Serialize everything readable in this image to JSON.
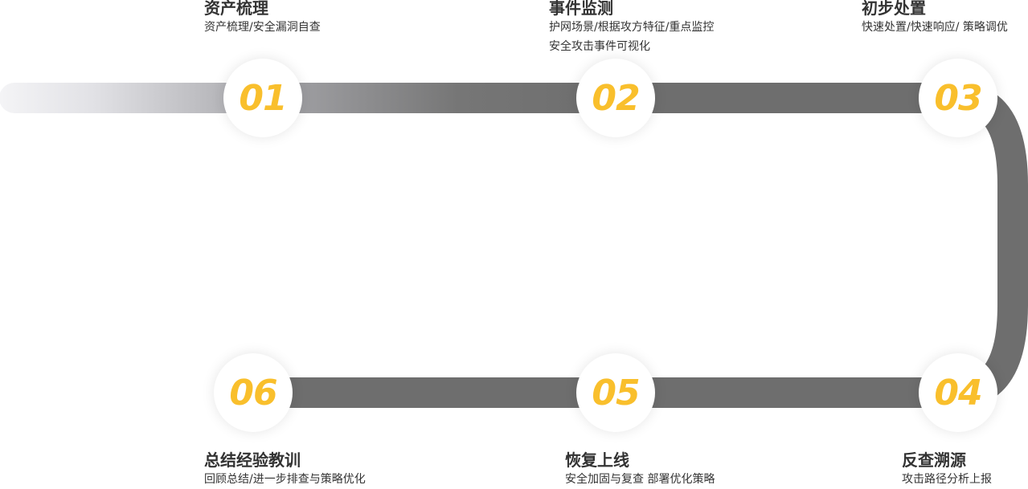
{
  "steps": [
    {
      "num": "01",
      "title": "资产梳理",
      "desc": [
        "资产梳理/安全漏洞自查"
      ]
    },
    {
      "num": "02",
      "title": "事件监测",
      "desc": [
        "护网场景/根据攻方特征/重点监控",
        "安全攻击事件可视化"
      ]
    },
    {
      "num": "03",
      "title": "初步处置",
      "desc": [
        "快速处置/快速响应/ 策略调优"
      ]
    },
    {
      "num": "04",
      "title": "反查溯源",
      "desc": [
        "攻击路径分析上报"
      ]
    },
    {
      "num": "05",
      "title": "恢复上线",
      "desc": [
        "安全加固与复查 部署优化策略"
      ]
    },
    {
      "num": "06",
      "title": "总结经验教训",
      "desc": [
        "回顾总结/进一步排查与策略优化"
      ]
    }
  ],
  "colors": {
    "track": "#6e6e6e",
    "track_fade": "#f4f4f6",
    "number": "#f9bf2c",
    "text": "#333333"
  }
}
